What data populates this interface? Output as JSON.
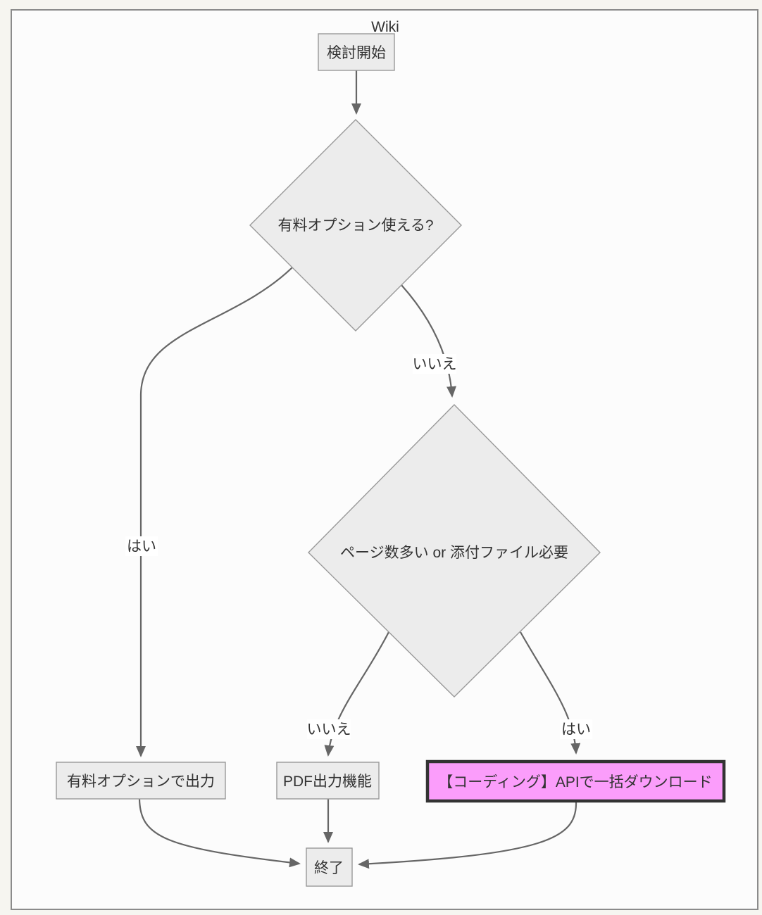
{
  "diagram": {
    "title": "Wiki",
    "nodes": {
      "start": "検討開始",
      "decision_paid": "有料オプション使える?",
      "decision_volume": "ページ数多い or 添付ファイル必要",
      "paid_output": "有料オプションで出力",
      "pdf_output": "PDF出力機能",
      "api_download": "【コーディング】APIで一括ダウンロード",
      "end": "終了"
    },
    "edge_labels": {
      "yes1": "はい",
      "no1": "いいえ",
      "no2": "いいえ",
      "yes2": "はい"
    },
    "colors": {
      "page_background": "#f6f5f0",
      "canvas_fill": "#fcfcfc",
      "frame_border": "#8b8b8b",
      "node_fill": "#ececec",
      "node_border": "#999999",
      "edge_stroke": "#666666",
      "arrowhead": "#666666",
      "text": "#333333",
      "label_background": "#ffffff",
      "highlight_fill": "#fb9dfb",
      "highlight_border": "#333333"
    }
  }
}
